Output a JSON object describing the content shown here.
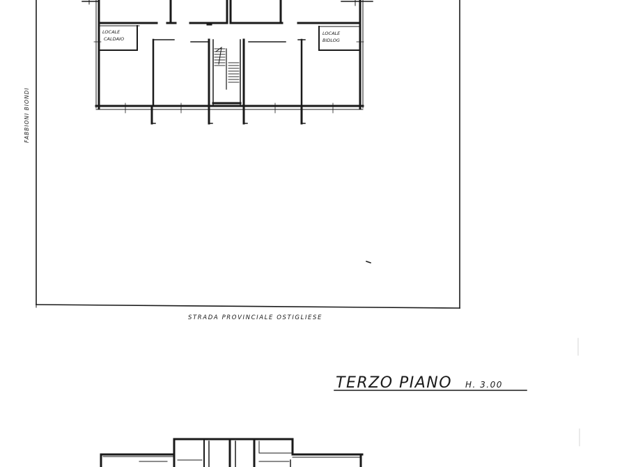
{
  "drawing": {
    "street_label": "STRADA PROVINCIALE OSTIGLIESE",
    "side_label": "FABBIONI BIONDI",
    "room_left_line1": "LOCALE",
    "room_left_line2": "CALDAIO",
    "room_right_line1": "LOCALE",
    "room_right_line2": "BIDLOG",
    "floor_title": "TERZO PIANO",
    "floor_height": "H. 3.00"
  },
  "colors": {
    "ink": "#1a1a1a",
    "paper": "#ffffff"
  }
}
